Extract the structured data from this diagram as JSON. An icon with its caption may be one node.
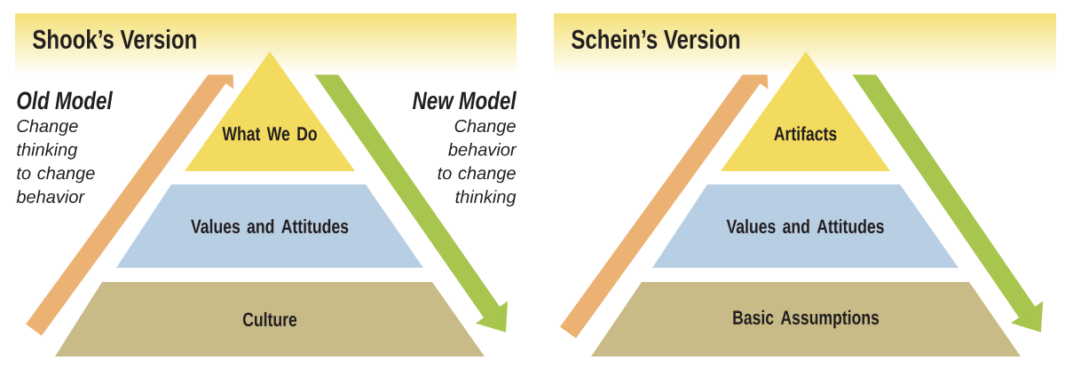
{
  "diagram": {
    "nodes": [
      {
        "text": [
          "Shook’s Version"
        ]
      },
      {
        "text": [
          "What We Do"
        ]
      },
      {
        "text": [
          "Values and Attitudes"
        ]
      },
      {
        "text": [
          "Culture"
        ]
      },
      {
        "text": [
          "Schein’s Version"
        ]
      },
      {
        "text": [
          "Artifacts"
        ]
      },
      {
        "text": [
          "Values and Attitudes"
        ]
      },
      {
        "text": [
          "Basic Assumptions"
        ]
      }
    ],
    "edges": [],
    "labels": [
      "Old Model",
      "Change thinking to change behavior",
      "New Model",
      "Change behavior to change thinking"
    ]
  }
}
